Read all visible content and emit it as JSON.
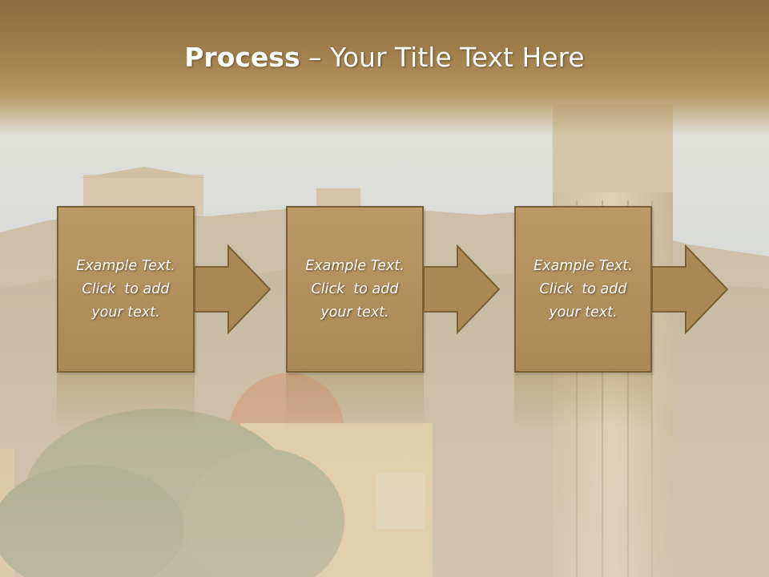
{
  "slide": {
    "title_bold": "Process",
    "title_separator": "–",
    "title_rest": "Your Title Text Here"
  },
  "steps": [
    {
      "line1": "Example Text.",
      "line2": "Click  to add",
      "line3": "your text."
    },
    {
      "line1": "Example Text.",
      "line2": "Click  to add",
      "line3": "your text."
    },
    {
      "line1": "Example Text.",
      "line2": "Click  to add",
      "line3": "your text."
    }
  ],
  "colors": {
    "accent": "#a98a56",
    "border": "#7a6033",
    "title_band": "#8a6d3e",
    "text": "#ffffff"
  }
}
